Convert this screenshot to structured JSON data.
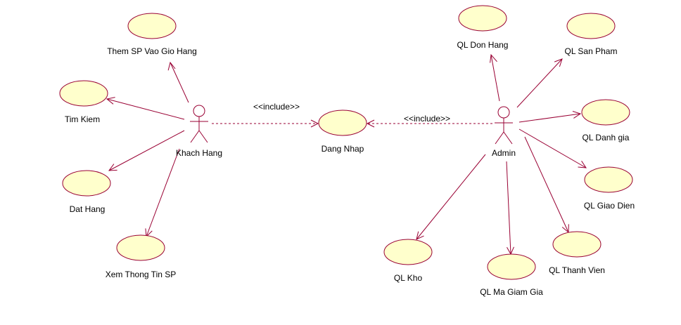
{
  "diagram": {
    "actors": [
      {
        "id": "khach",
        "label": "Khach Hang"
      },
      {
        "id": "admin",
        "label": "Admin"
      }
    ],
    "usecases": [
      {
        "id": "them_sp",
        "label": "Them  SP Vao Gio Hang"
      },
      {
        "id": "tim_kiem",
        "label": "Tim Kiem"
      },
      {
        "id": "dat_hang",
        "label": "Dat Hang"
      },
      {
        "id": "xem_tt",
        "label": "Xem Thong Tin SP"
      },
      {
        "id": "dang_nhap",
        "label": "Dang Nhap"
      },
      {
        "id": "ql_don",
        "label": "QL Don Hang"
      },
      {
        "id": "ql_sp",
        "label": "QL San Pham"
      },
      {
        "id": "ql_dg",
        "label": "QL Danh gia"
      },
      {
        "id": "ql_gd",
        "label": "QL Giao Dien"
      },
      {
        "id": "ql_tv",
        "label": "QL Thanh Vien"
      },
      {
        "id": "ql_mgg",
        "label": "QL Ma Giam Gia"
      },
      {
        "id": "ql_kho",
        "label": "QL Kho"
      }
    ],
    "relations": [
      {
        "id": "khach-them_sp",
        "type": "association"
      },
      {
        "id": "khach-tim_kiem",
        "type": "association"
      },
      {
        "id": "khach-dat_hang",
        "type": "association"
      },
      {
        "id": "khach-xem_tt",
        "type": "association"
      },
      {
        "id": "khach-dang_nhap",
        "type": "include",
        "label": "<<include>>"
      },
      {
        "id": "admin-dang_nhap",
        "type": "include",
        "label": "<<include>>"
      },
      {
        "id": "admin-ql_don",
        "type": "association"
      },
      {
        "id": "admin-ql_sp",
        "type": "association"
      },
      {
        "id": "admin-ql_dg",
        "type": "association"
      },
      {
        "id": "admin-ql_gd",
        "type": "association"
      },
      {
        "id": "admin-ql_tv",
        "type": "association"
      },
      {
        "id": "admin-ql_mgg",
        "type": "association"
      },
      {
        "id": "admin-ql_kho",
        "type": "association"
      }
    ],
    "colors": {
      "usecase_fill": "#ffffcc",
      "line": "#990033"
    }
  }
}
